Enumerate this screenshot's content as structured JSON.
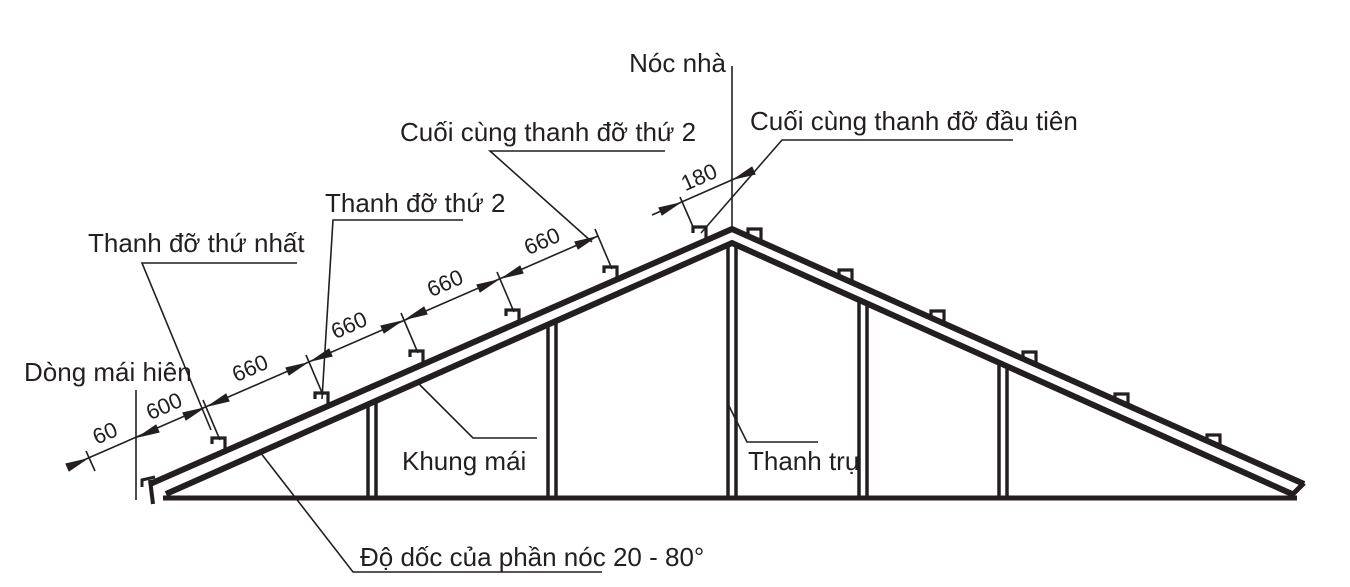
{
  "diagram": {
    "title_hint": "Roof batten spacing diagram",
    "labels": {
      "ridge": "Nóc nhà",
      "last_support_2": "Cuối cùng thanh đỡ thứ 2",
      "last_support_1": "Cuối cùng thanh đỡ đầu tiên",
      "support_2": "Thanh đỡ thứ 2",
      "support_1": "Thanh đỡ thứ nhất",
      "eave_line": "Dòng mái hiên",
      "roof_frame": "Khung mái",
      "post": "Thanh trụ",
      "slope_note": "Độ dốc của phần nóc 20 - 80°"
    },
    "dimensions": {
      "eave_overhang": "60",
      "first_spacing": "600",
      "batten_spacing": "660",
      "ridge_offset": "180"
    },
    "colors": {
      "line": "#231f20",
      "background": "#ffffff"
    }
  }
}
